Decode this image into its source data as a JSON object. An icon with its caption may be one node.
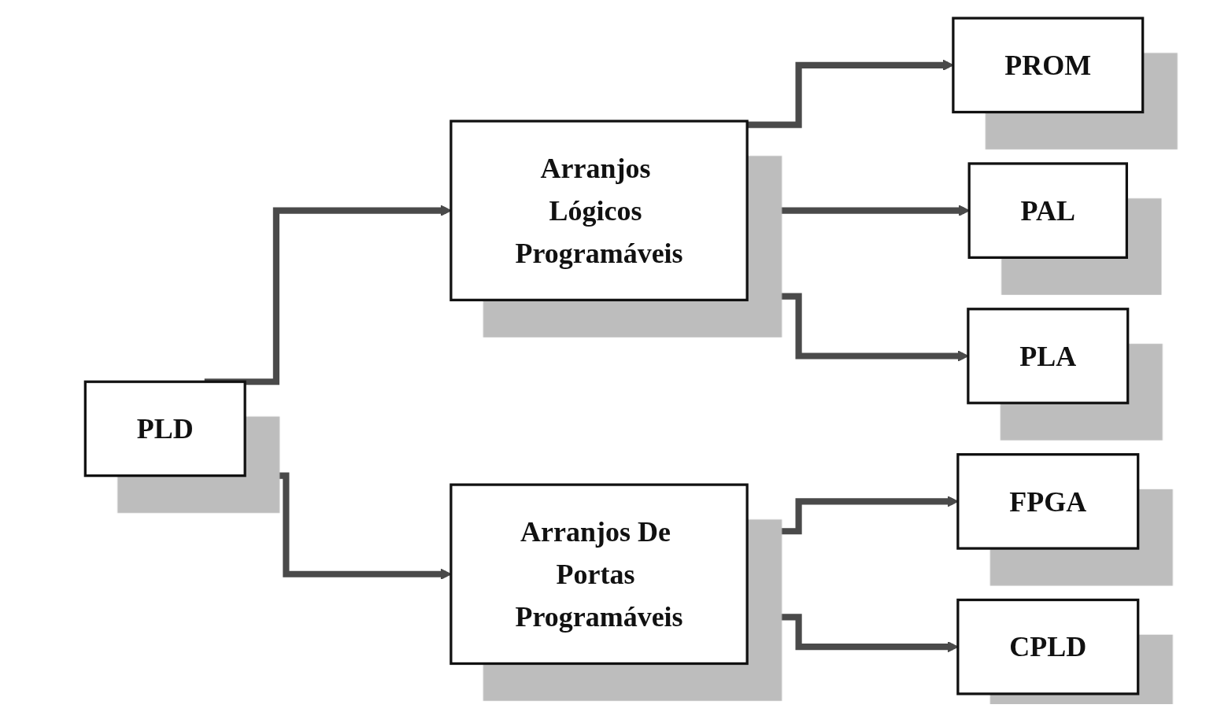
{
  "diagram": {
    "nodes": [
      {
        "text": [
          "PLD"
        ]
      },
      {
        "text": [
          "Arranjos Lógicos Programáveis"
        ]
      },
      {
        "text": [
          "Arranjos De Portas Programáveis"
        ]
      },
      {
        "text": [
          "PROM"
        ]
      },
      {
        "text": [
          "PAL"
        ]
      },
      {
        "text": [
          "PLA"
        ]
      },
      {
        "text": [
          "FPGA"
        ]
      },
      {
        "text": [
          "CPLD"
        ]
      }
    ],
    "edges": [
      {
        "from": 0,
        "to": 1,
        "arrow": "to"
      },
      {
        "from": 0,
        "to": 2,
        "arrow": "to"
      },
      {
        "from": 1,
        "to": 3,
        "arrow": "to"
      },
      {
        "from": 1,
        "to": 4,
        "arrow": "to"
      },
      {
        "from": 1,
        "to": 5,
        "arrow": "to"
      },
      {
        "from": 2,
        "to": 6,
        "arrow": "to"
      },
      {
        "from": 2,
        "to": 7,
        "arrow": "to"
      }
    ]
  }
}
